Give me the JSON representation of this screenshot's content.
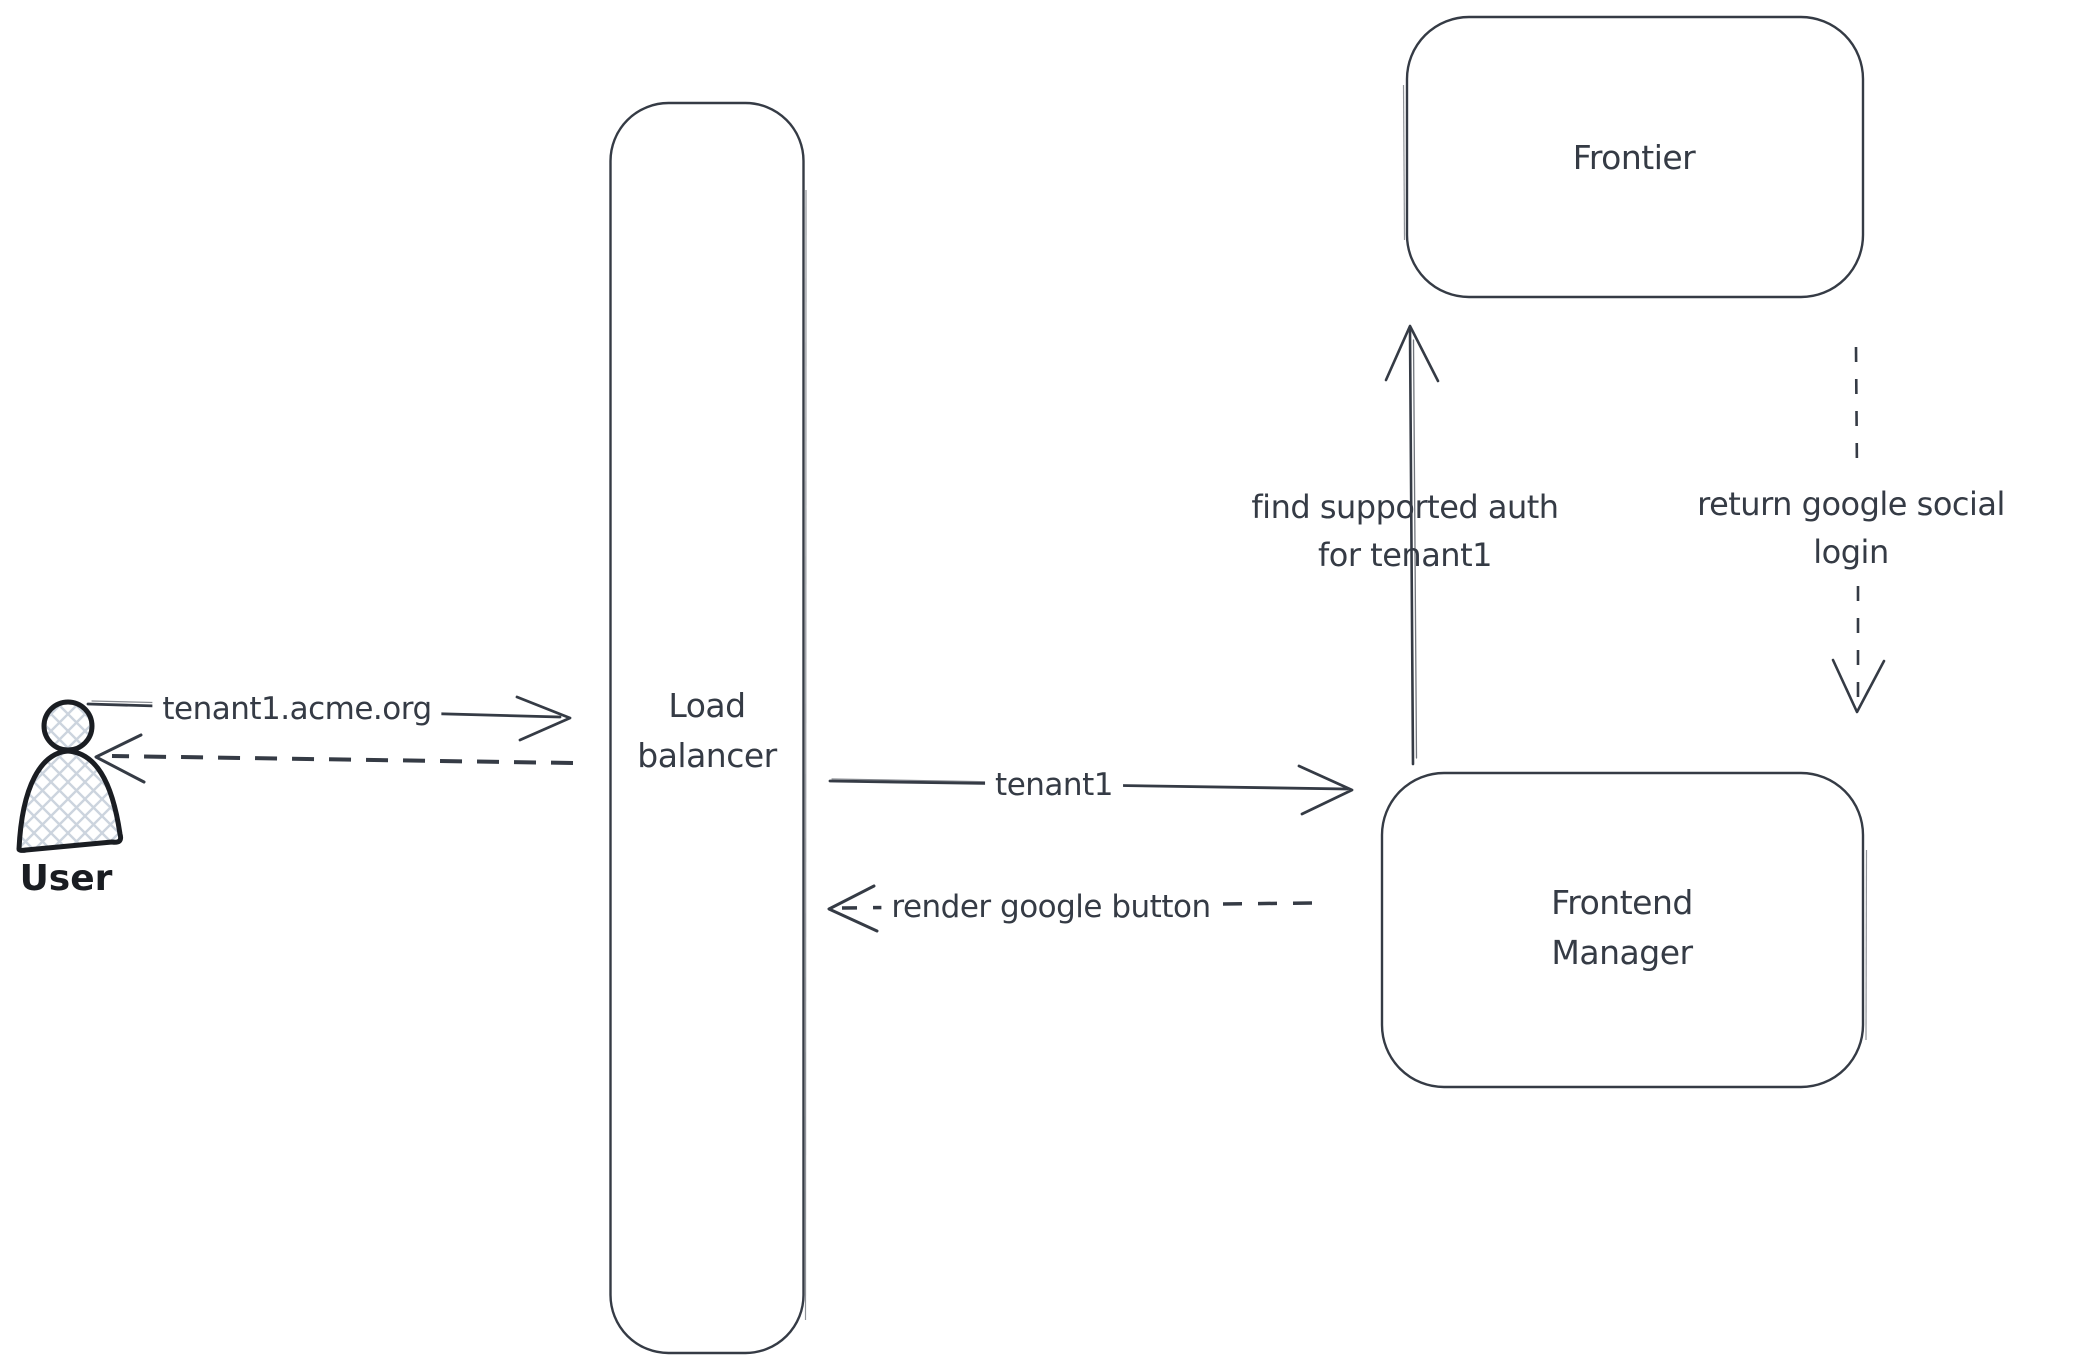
{
  "canvas": {
    "background": "#ffffff",
    "ink": "#353b45",
    "user_ink": "#1a1d22",
    "hatch": "#ccd4de"
  },
  "nodes": {
    "user": {
      "label": "User",
      "type": "actor"
    },
    "load_balancer": {
      "label": "Load balancer",
      "line1": "Load",
      "line2": "balancer"
    },
    "frontier": {
      "label": "Frontier"
    },
    "frontend_manager": {
      "label": "Frontend Manager",
      "line1": "Frontend",
      "line2": "Manager"
    }
  },
  "edges": [
    {
      "id": "user-to-lb",
      "from": "User",
      "to": "Load balancer",
      "style": "solid",
      "label": "tenant1.acme.org"
    },
    {
      "id": "lb-to-user",
      "from": "Load balancer",
      "to": "User",
      "style": "dashed",
      "label": ""
    },
    {
      "id": "lb-to-fm",
      "from": "Load balancer",
      "to": "Frontend Manager",
      "style": "solid",
      "label": "tenant1"
    },
    {
      "id": "fm-to-lb",
      "from": "Frontend Manager",
      "to": "Load balancer",
      "style": "dashed",
      "label": "render google button"
    },
    {
      "id": "fm-to-frontier",
      "from": "Frontend Manager",
      "to": "Frontier",
      "style": "solid",
      "label": "find supported auth for tenant1",
      "line1": "find supported auth",
      "line2": "for tenant1"
    },
    {
      "id": "frontier-to-fm",
      "from": "Frontier",
      "to": "Frontend Manager",
      "style": "dashed",
      "label": "return google social login",
      "line1": "return google social",
      "line2": "login"
    }
  ]
}
